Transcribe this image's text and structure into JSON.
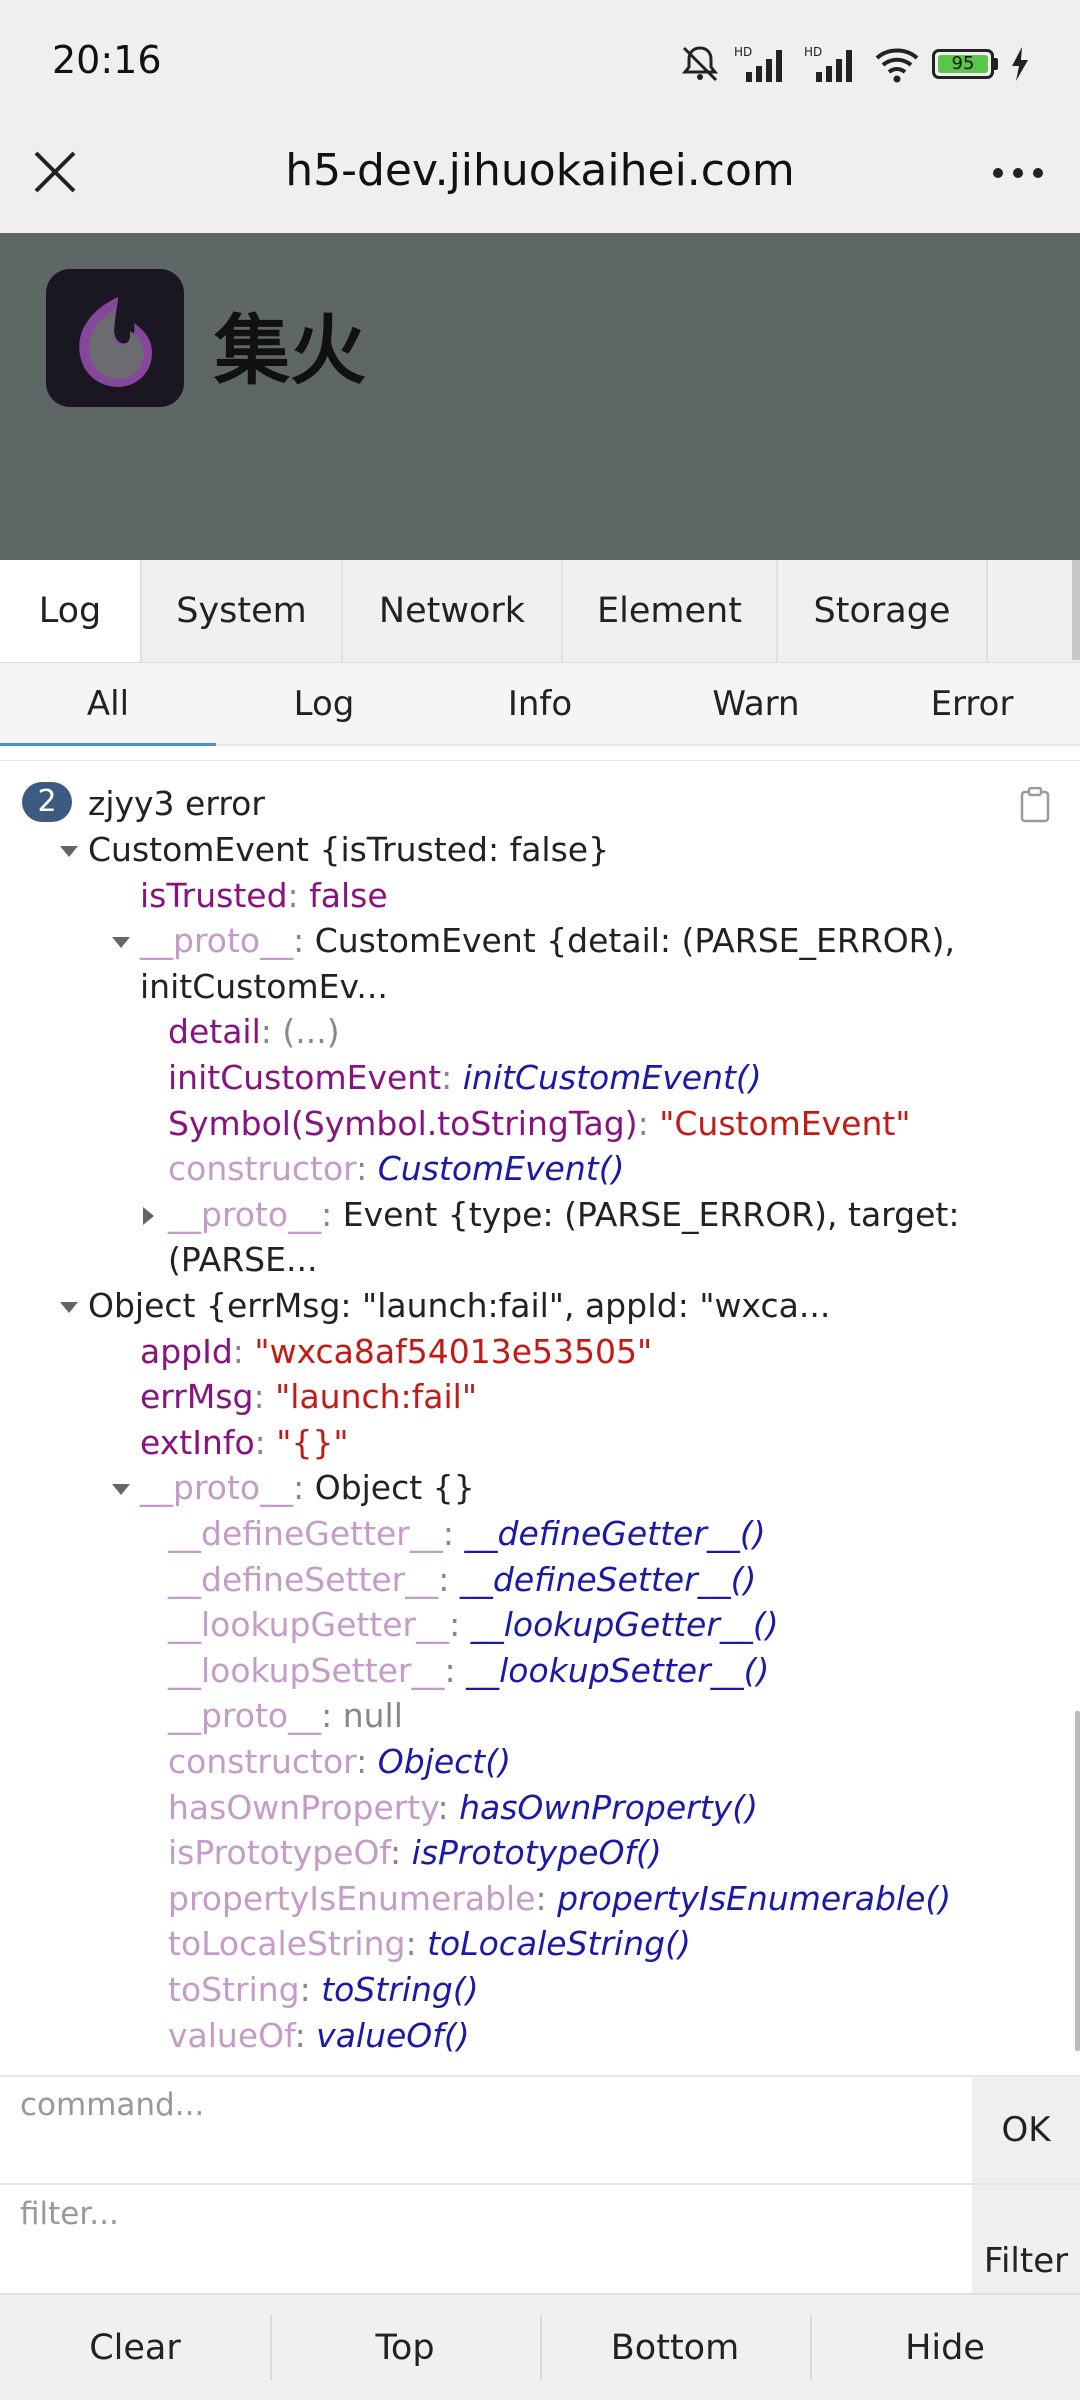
{
  "status": {
    "time": "20:16",
    "battery": "95"
  },
  "browser": {
    "url_title": "h5-dev.jihuokaihei.com"
  },
  "app": {
    "name": "集火"
  },
  "tabs": [
    "Log",
    "System",
    "Network",
    "Element",
    "Storage"
  ],
  "subtabs": [
    "All",
    "Log",
    "Info",
    "Warn",
    "Error"
  ],
  "log": {
    "count": "2",
    "message": "zjyy3 error",
    "lines": [
      {
        "indent": 0,
        "arrow": "down",
        "parts": [
          {
            "c": "txt",
            "t": "CustomEvent {isTrusted: false}"
          }
        ]
      },
      {
        "indent": 1,
        "arrow": "",
        "parts": [
          {
            "c": "k",
            "t": "isTrusted"
          },
          {
            "c": "gray",
            "t": ": "
          },
          {
            "c": "k",
            "t": "false"
          }
        ]
      },
      {
        "indent": 1,
        "arrow": "down",
        "parts": [
          {
            "c": "kl",
            "t": "__proto__"
          },
          {
            "c": "gray",
            "t": ": "
          },
          {
            "c": "txt",
            "t": "CustomEvent {detail: (PARSE_ERROR),"
          }
        ]
      },
      {
        "indent": 1,
        "arrow": "",
        "parts": [
          {
            "c": "txt",
            "t": "initCustomEv..."
          }
        ]
      },
      {
        "indent": 2,
        "arrow": "",
        "parts": [
          {
            "c": "k",
            "t": "detail"
          },
          {
            "c": "gray",
            "t": ": (...)"
          }
        ]
      },
      {
        "indent": 2,
        "arrow": "",
        "parts": [
          {
            "c": "k",
            "t": "initCustomEvent"
          },
          {
            "c": "gray",
            "t": ": "
          },
          {
            "c": "fn",
            "t": "initCustomEvent()"
          }
        ]
      },
      {
        "indent": 2,
        "arrow": "",
        "parts": [
          {
            "c": "k",
            "t": "Symbol(Symbol.toStringTag)"
          },
          {
            "c": "gray",
            "t": ": "
          },
          {
            "c": "str",
            "t": "\"CustomEvent\""
          }
        ]
      },
      {
        "indent": 2,
        "arrow": "",
        "parts": [
          {
            "c": "kl",
            "t": "constructor"
          },
          {
            "c": "gray",
            "t": ": "
          },
          {
            "c": "fn",
            "t": "CustomEvent()"
          }
        ]
      },
      {
        "indent": 2,
        "arrow": "right",
        "parts": [
          {
            "c": "kl",
            "t": "__proto__"
          },
          {
            "c": "gray",
            "t": ": "
          },
          {
            "c": "txt",
            "t": "Event {type: (PARSE_ERROR), target:"
          }
        ]
      },
      {
        "indent": 2,
        "arrow": "",
        "parts": [
          {
            "c": "txt",
            "t": "(PARSE..."
          }
        ]
      },
      {
        "indent": 0,
        "arrow": "down",
        "parts": [
          {
            "c": "txt",
            "t": "Object {errMsg: \"launch:fail\", appId: \"wxca..."
          }
        ]
      },
      {
        "indent": 1,
        "arrow": "",
        "parts": [
          {
            "c": "k",
            "t": "appId"
          },
          {
            "c": "gray",
            "t": ": "
          },
          {
            "c": "str",
            "t": "\"wxca8af54013e53505\""
          }
        ]
      },
      {
        "indent": 1,
        "arrow": "",
        "parts": [
          {
            "c": "k",
            "t": "errMsg"
          },
          {
            "c": "gray",
            "t": ": "
          },
          {
            "c": "str",
            "t": "\"launch:fail\""
          }
        ]
      },
      {
        "indent": 1,
        "arrow": "",
        "parts": [
          {
            "c": "k",
            "t": "extInfo"
          },
          {
            "c": "gray",
            "t": ": "
          },
          {
            "c": "str",
            "t": "\"{}\""
          }
        ]
      },
      {
        "indent": 1,
        "arrow": "down",
        "parts": [
          {
            "c": "kl",
            "t": "__proto__"
          },
          {
            "c": "gray",
            "t": ": "
          },
          {
            "c": "txt",
            "t": "Object {}"
          }
        ]
      },
      {
        "indent": 2,
        "arrow": "",
        "parts": [
          {
            "c": "kl",
            "t": "__defineGetter__"
          },
          {
            "c": "gray",
            "t": ": "
          },
          {
            "c": "fn",
            "t": "__defineGetter__()"
          }
        ]
      },
      {
        "indent": 2,
        "arrow": "",
        "parts": [
          {
            "c": "kl",
            "t": "__defineSetter__"
          },
          {
            "c": "gray",
            "t": ": "
          },
          {
            "c": "fn",
            "t": "__defineSetter__()"
          }
        ]
      },
      {
        "indent": 2,
        "arrow": "",
        "parts": [
          {
            "c": "kl",
            "t": "__lookupGetter__"
          },
          {
            "c": "gray",
            "t": ": "
          },
          {
            "c": "fn",
            "t": "__lookupGetter__()"
          }
        ]
      },
      {
        "indent": 2,
        "arrow": "",
        "parts": [
          {
            "c": "kl",
            "t": "__lookupSetter__"
          },
          {
            "c": "gray",
            "t": ": "
          },
          {
            "c": "fn",
            "t": "__lookupSetter__()"
          }
        ]
      },
      {
        "indent": 2,
        "arrow": "",
        "parts": [
          {
            "c": "kl",
            "t": "__proto__"
          },
          {
            "c": "gray",
            "t": ": null"
          }
        ]
      },
      {
        "indent": 2,
        "arrow": "",
        "parts": [
          {
            "c": "kl",
            "t": "constructor"
          },
          {
            "c": "gray",
            "t": ": "
          },
          {
            "c": "fn",
            "t": "Object()"
          }
        ]
      },
      {
        "indent": 2,
        "arrow": "",
        "parts": [
          {
            "c": "kl",
            "t": "hasOwnProperty"
          },
          {
            "c": "gray",
            "t": ": "
          },
          {
            "c": "fn",
            "t": "hasOwnProperty()"
          }
        ]
      },
      {
        "indent": 2,
        "arrow": "",
        "parts": [
          {
            "c": "kl",
            "t": "isPrototypeOf"
          },
          {
            "c": "gray",
            "t": ": "
          },
          {
            "c": "fn",
            "t": "isPrototypeOf()"
          }
        ]
      },
      {
        "indent": 2,
        "arrow": "",
        "parts": [
          {
            "c": "kl",
            "t": "propertyIsEnumerable"
          },
          {
            "c": "gray",
            "t": ": "
          },
          {
            "c": "fn",
            "t": "propertyIsEnumerable()"
          }
        ]
      },
      {
        "indent": 2,
        "arrow": "",
        "parts": [
          {
            "c": "kl",
            "t": "toLocaleString"
          },
          {
            "c": "gray",
            "t": ": "
          },
          {
            "c": "fn",
            "t": "toLocaleString()"
          }
        ]
      },
      {
        "indent": 2,
        "arrow": "",
        "parts": [
          {
            "c": "kl",
            "t": "toString"
          },
          {
            "c": "gray",
            "t": ": "
          },
          {
            "c": "fn",
            "t": "toString()"
          }
        ]
      },
      {
        "indent": 2,
        "arrow": "",
        "parts": [
          {
            "c": "kl",
            "t": "valueOf"
          },
          {
            "c": "gray",
            "t": ": "
          },
          {
            "c": "fn",
            "t": "valueOf()"
          }
        ]
      }
    ]
  },
  "command": {
    "placeholder": "command...",
    "ok_label": "OK"
  },
  "filter": {
    "placeholder": "filter...",
    "filter_label": "Filter"
  },
  "bottom": [
    "Clear",
    "Top",
    "Bottom",
    "Hide"
  ],
  "icons": {
    "close": "close-icon",
    "more": "more-icon",
    "copy": "copy-icon"
  }
}
